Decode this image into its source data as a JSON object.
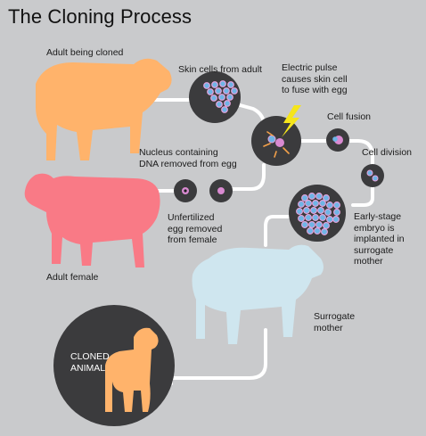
{
  "title": "The Cloning Process",
  "labels": {
    "adult_cloned": "Adult being cloned",
    "skin_cells": "Skin cells from adult",
    "electric_pulse": "Electric pulse\ncauses skin cell\nto fuse with egg",
    "cell_fusion": "Cell fusion",
    "cell_division": "Cell division",
    "nucleus_removed": "Nucleus containing\nDNA removed from egg",
    "unfertilized_egg": "Unfertilized\negg removed\nfrom female",
    "adult_female": "Adult female",
    "early_stage": "Early-stage\nembryo is\nimplanted in\nsurrogate\nmother",
    "surrogate": "Surrogate\nmother",
    "cloned_animal": "CLONED\nANIMAL"
  },
  "colors": {
    "background": "#c9cacc",
    "adult_sheep": "#ffb36b",
    "female_sheep": "#f97a86",
    "surrogate_sheep": "#cfe6ef",
    "lamb": "#ffb36b",
    "circle": "#3b3b3d",
    "cell_blue": "#6fb5e6",
    "cell_pink": "#d98ad1",
    "spark": "#f5e51b",
    "path": "#ffffff"
  }
}
